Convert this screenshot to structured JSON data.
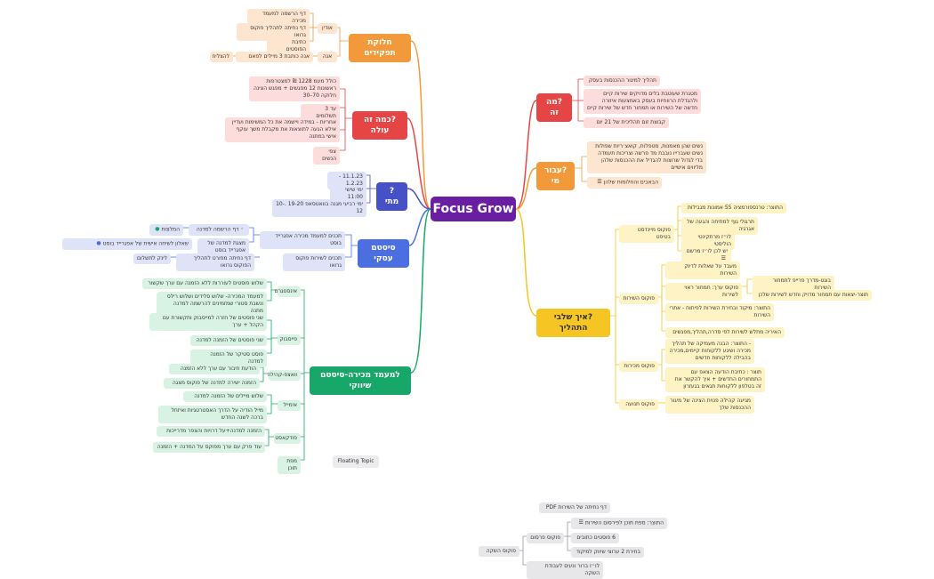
{
  "root": "Focus Grow",
  "floating_topic": "Floating Topic",
  "roles": {
    "title": "חלוקת תפקידים",
    "adi": "אודין",
    "adi_items": [
      "דף הרשמה למעמד מכירה",
      "דף נחיתה לתהליך פוקוס גרואו",
      "כתיבת הפוסטים"
    ],
    "ana": "אנה",
    "ana_item": "אנה כותבת 3 מיילים לפאם",
    "ana_result": "להצליח"
  },
  "cost": {
    "title": "?כמה זה עולה",
    "items": [
      "כולל מעמ 1228 ₪ למצטרפות ראשונות 12 מפגשים + מפגש הצינה חלוקה 70–30",
      "עד 3 תשלומים",
      "אחריות - במידה ויישמה את כל המשימות ועדיין אילא הגעה לתוצאות את מקבלת משך עוקף אישי במתנה",
      "צפי הנשים"
    ]
  },
  "when": {
    "title": "?מתי",
    "items": [
      "11.1.23 - 1.2.23",
      "ימי שישי 11:00",
      "ימי רביעי מגנה בוואטסאפ 19-20 .10-12"
    ]
  },
  "tech": {
    "title": "סיסטם עסקי",
    "items": [
      "תכנים למעמד מכירה אפגרייד בוסט",
      "מצגת למדנה של אפגרייד בוסט",
      "תכנים לשירות פוקוס גרואו"
    ],
    "sub1": "דף הרשמה למדנה",
    "sub1_tag": "המלצות",
    "sub2": "שאלון לשיחה אישית של אפגרייד בוסט",
    "sub3": "דף נחיתה מפורט לתהליך הפוקוס גרואו",
    "sub3_tag": "לינק לתשלום"
  },
  "sales": {
    "title": "למעמד מכירה-סיסטם שיווקי",
    "branches": [
      {
        "label": "אינסטגרם",
        "items": [
          "שלוש פוסטים לעוררות ללא הזמנה עם ערך שקשור",
          "למעמד המכירה- שלוש סלידים ושלוש רילס ונשבת סטורי שמזמינים להרשמה למדנה מתנה"
        ]
      },
      {
        "label": "פייסבוק",
        "items": [
          "שני פוסטים של חזרה למייסבוק ותקשורת עם הקהל + ערך",
          "שני פוסטים של הזמנה למדנה",
          "פוסט סטיקר של הזמנה למדנה"
        ]
      },
      {
        "label": "וואצפ-קהילה",
        "items": [
          "הודעת חיבור עם ערך ללא הזמנה",
          "הזמנה ישירה למדנה של פוקוס מצגה"
        ]
      },
      {
        "label": "אימייל",
        "items": [
          "שלוש מיילים של הזמנה למדנה",
          "מייל הודיה על הדרך האסטרטגיות ואיזחל ברכה לשנה החדש"
        ]
      },
      {
        "label": "פודקאסט",
        "items": [
          "הזמנה למדנה+על דרויות והצפר מדרייכות",
          "עוד פרק עם ערך מפוקס על המדנה + הזמנה"
        ]
      }
    ],
    "last": "מפת תוכן"
  },
  "what": {
    "title": "?מה זה",
    "items": [
      "תהליך למיגור ההכנסות בעסק",
      "מטגרת שעוטבת בלים מדויקים שירות קיים ולהגדלת הרווחיות בעסק באמצעות איזורה חדשה של השירות או תמחור חדש של שירות קיים",
      "קבוצת זום תהליכית של 21 יום"
    ]
  },
  "who": {
    "title": "?עבור מי",
    "items": [
      "נשים שהן מאמנות, מטפלות, קואצ׳ריות שפולות נשים שעברייו נובבת מד פרשה וצריכות תעמדה בדי לגדול שרוצות להגדיל את ההכנסות שלהן מליווים אישיים",
      "הבאבים והחלומות שלהן"
    ]
  },
  "stages": {
    "title": "?איך שלבי התהליך",
    "mindset": "פוקוס מיינדסט בטיפט",
    "mindset_items": [
      "התוצר: טרנספורמציה 55 אמונות מגבילות",
      "תרגולי גוף למתיחה והגעה של אגרגיה",
      "לו״ז מרתקינטי הוליסטי",
      "יש לכן לו״ז מרשם"
    ],
    "service": "פוקוס השירות",
    "service_items": [
      "מעבד על שאלות לדיוק השירות",
      "פוקוס ערך: תמחור ראוי לשירות",
      "התוצר: מיקוד ובחירת השירות לפיתוח - אתרי השירות",
      "האיריה מתלש לשירות לפי סדרה,תהליך,מפגשים"
    ],
    "value_items": [
      "בוגט-מדרך פרייפ לתמחור השירות",
      "תוצר-יצאות עם תמחור מדויק וחדש לשירות שלכן"
    ],
    "sales": "פוקוס מכירות",
    "sales_items": [
      "- התוצר: הבנה מעמיקה של תהליך מכירה ושיגע ללקוחות קיימים,מכירה בהבילה ללקוחות חדשים",
      "תוצר : כתיבת הודעה הצאפ עם התמחורים החדשים + איך להקשר את זה בטלפון ללקוחות תגאים בגעזרון"
    ],
    "growth": "פוקוס תנועה",
    "growth_item": "מגיעה קהילה פנוית הצינה של מיגור ההכנסות שלך"
  },
  "bottom": {
    "pdf": "דף נחיתה של השירות PDF",
    "label": "פוקוס השקה",
    "sub": "פוקוס פרסום",
    "items": [
      "התוצר: מפת תוכן לפירסום השירות",
      "6 פוסטים כתובים",
      "בחירת 2 ערוצי שיווק למיקוד"
    ],
    "last": "לו״ז ברור ונעים לעבודת השקה"
  }
}
